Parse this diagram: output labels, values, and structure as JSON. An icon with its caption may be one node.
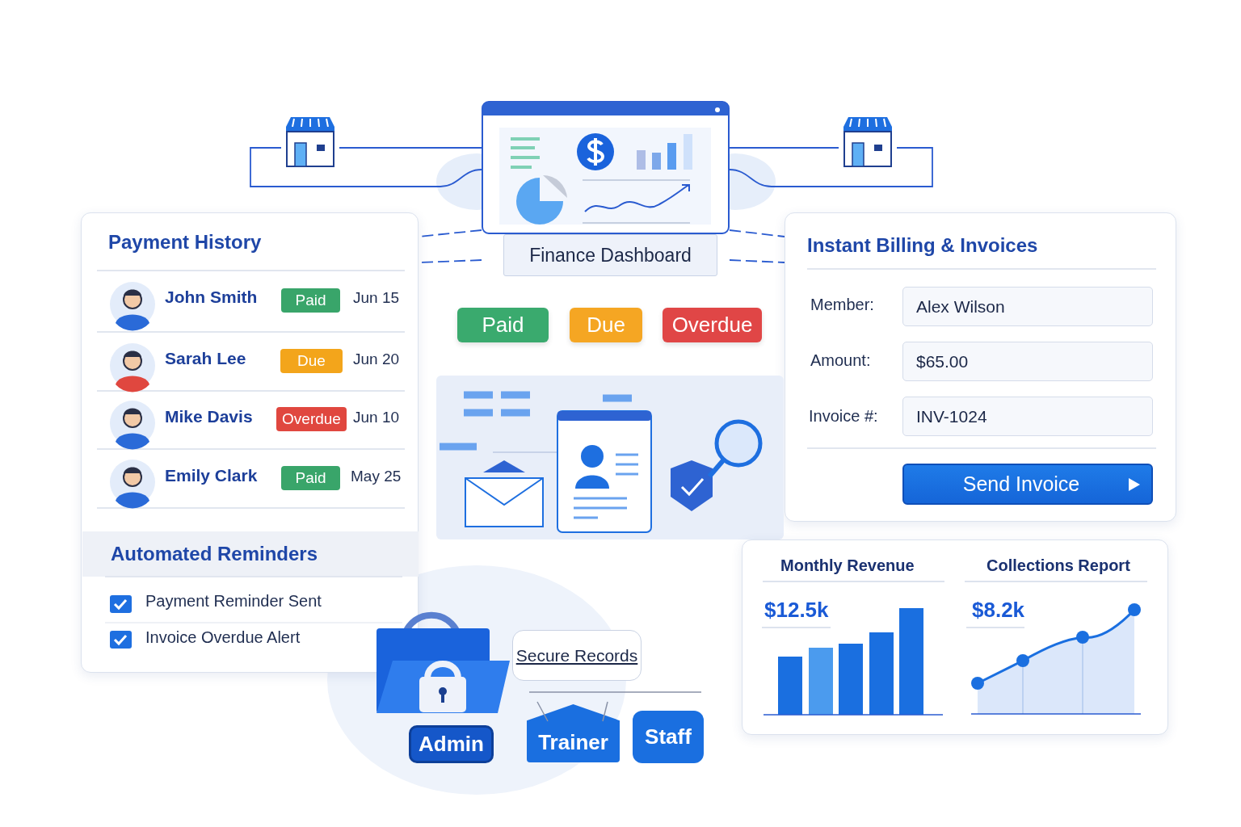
{
  "diagram": {
    "nodes": [
      {
        "text": [
          "Finance Dashboard"
        ]
      },
      {
        "text": [],
        "shape": "picture"
      },
      {
        "text": [],
        "shape": "picture"
      },
      {
        "text": [
          "Payment History"
        ]
      },
      {
        "text": [
          "Paid"
        ],
        "in": 3
      },
      {
        "text": [
          "Due"
        ],
        "in": 3
      },
      {
        "text": [
          "Overdue"
        ],
        "in": 3
      },
      {
        "text": [
          "Paid"
        ],
        "in": 3
      },
      {
        "text": [
          "Automated Reminders"
        ],
        "in": 3
      },
      {
        "text": [
          "Paid"
        ]
      },
      {
        "text": [
          "Due"
        ]
      },
      {
        "text": [
          "Overdue"
        ]
      },
      {
        "text": [
          "Instant Billing & Invoices"
        ]
      },
      {
        "text": [
          "Alex Wilson"
        ],
        "in": 12
      },
      {
        "text": [
          "$65.00"
        ],
        "in": 12
      },
      {
        "text": [
          "INV-1024"
        ],
        "in": 12
      },
      {
        "text": [
          "Send Invoice"
        ],
        "in": 12
      },
      {
        "text": [
          "Secure Records"
        ]
      },
      {
        "text": [
          "Admin"
        ]
      },
      {
        "text": [
          "Trainer"
        ]
      },
      {
        "text": [
          "Staff"
        ]
      }
    ],
    "edges": [
      {
        "from": 1,
        "to": 0,
        "arrow": "none"
      },
      {
        "from": 2,
        "to": 0,
        "arrow": "none"
      },
      {
        "from": 0,
        "to": 3,
        "arrow": "none",
        "style": "dashed"
      },
      {
        "from": 0,
        "to": 3,
        "arrow": "none",
        "style": "dashed"
      },
      {
        "from": 0,
        "to": 12,
        "arrow": "none",
        "style": "dashed"
      },
      {
        "from": 0,
        "to": 12,
        "arrow": "none",
        "style": "dashed"
      }
    ],
    "labels": [
      "John Smith",
      "Jun 15",
      "Sarah Lee",
      "Jun 20",
      "Mike Davis",
      "Jun 10",
      "Emily Clark",
      "May 25",
      "Payment Reminder Sent",
      "Invoice Overdue Alert",
      "Member:",
      "Amount:",
      "Invoice #:",
      "Monthly Revenue",
      "Collections Report",
      "$12.5k",
      "$8.2k"
    ]
  }
}
